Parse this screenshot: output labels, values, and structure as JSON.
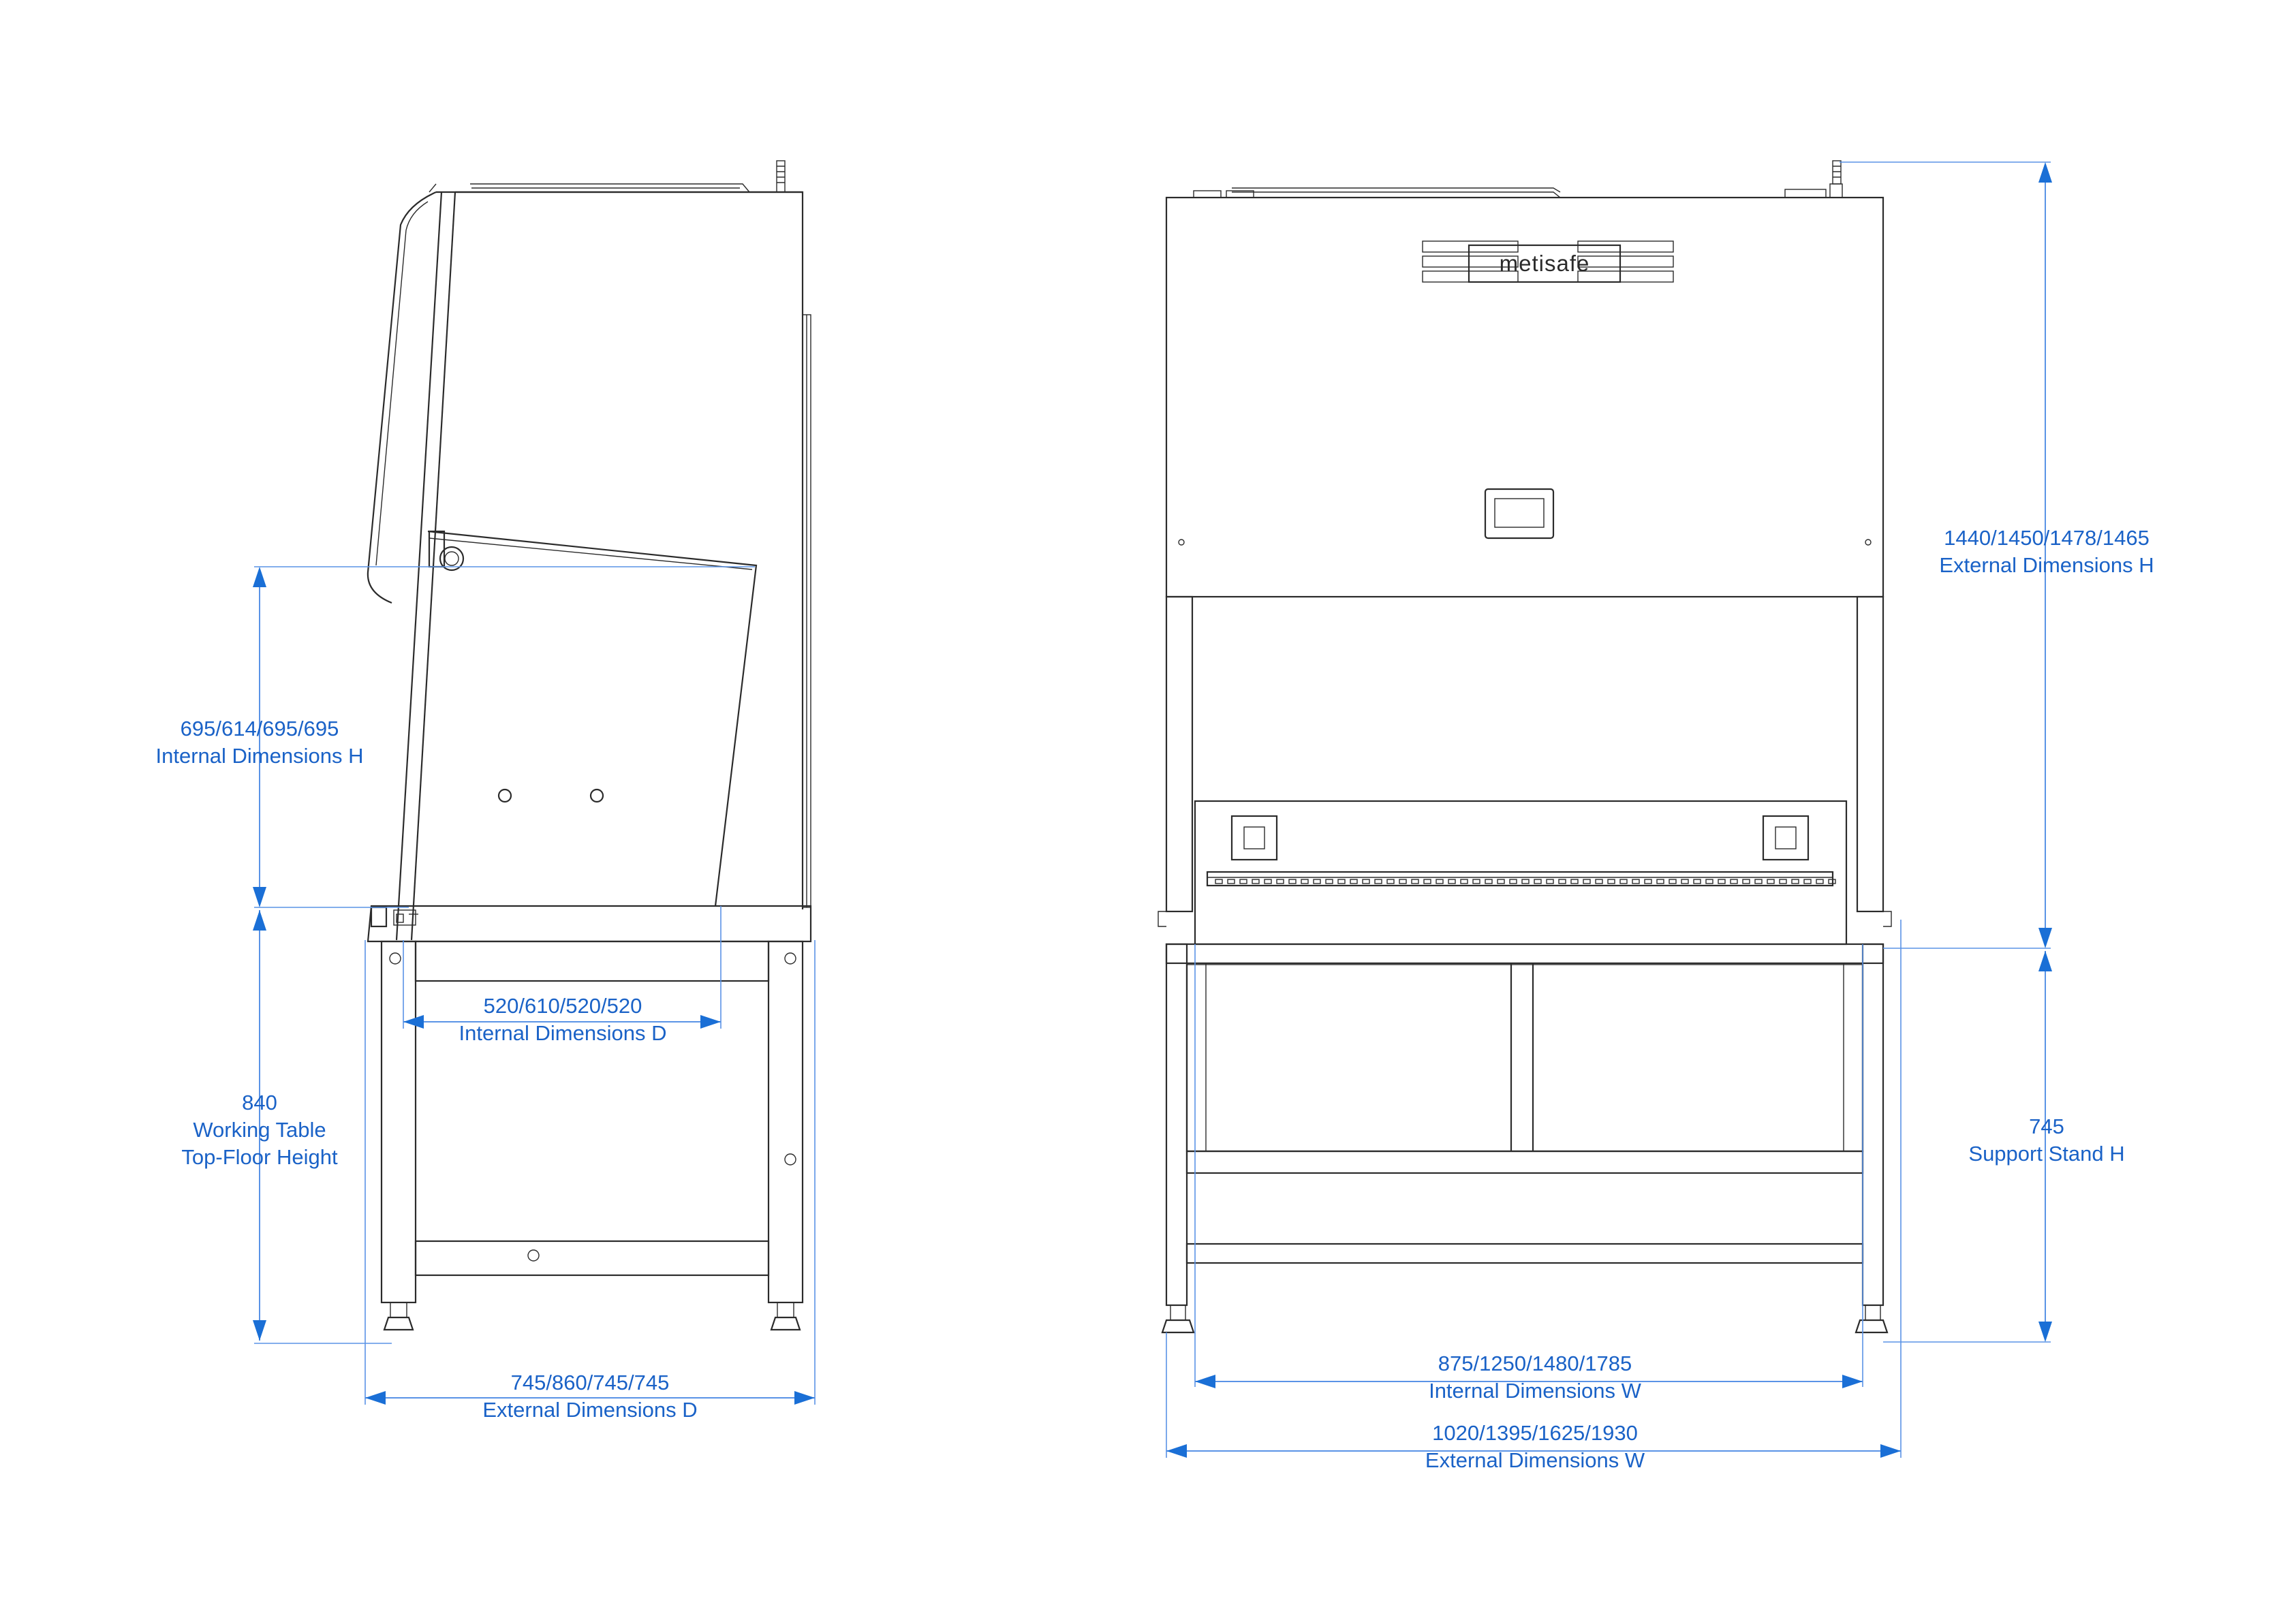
{
  "brand": {
    "logo_text": "metisafe"
  },
  "colors": {
    "line": "#2b2b2b",
    "dimension_line": "#5a93e6",
    "dimension_text": "#1a62c7",
    "background": "#ffffff"
  },
  "dimensions": {
    "internal_h": {
      "value": "695/614/695/695",
      "label": "Internal Dimensions H"
    },
    "working_table": {
      "value": "840",
      "label_1": "Working Table",
      "label_2": "Top-Floor Height"
    },
    "internal_d": {
      "value": "520/610/520/520",
      "label": "Internal Dimensions D"
    },
    "external_d": {
      "value": "745/860/745/745",
      "label": "External Dimensions D"
    },
    "external_h": {
      "value": "1440/1450/1478/1465",
      "label": "External Dimensions H"
    },
    "support_stand": {
      "value": "745",
      "label": "Support Stand H"
    },
    "internal_w": {
      "value": "875/1250/1480/1785",
      "label": "Internal Dimensions W"
    },
    "external_w": {
      "value": "1020/1395/1625/1930",
      "label": "External Dimensions W"
    }
  }
}
